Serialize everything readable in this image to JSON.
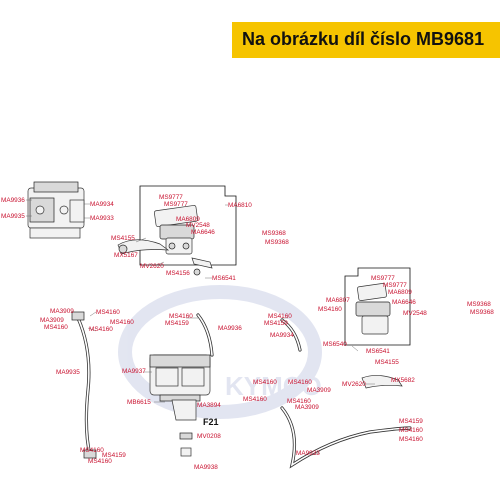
{
  "banner": {
    "text": "Na obrázku díl číslo MB9681",
    "color": "#f6c400"
  },
  "watermark": {
    "text": "KYMCO"
  },
  "colors": {
    "label": "#c8102e",
    "outline": "#333333"
  },
  "ref_label": "F21",
  "labels": [
    "MA9936",
    "MA9934",
    "MA9935",
    "MA9933",
    "MS9777",
    "MS9777",
    "MA6810",
    "MA6809",
    "MV2548",
    "MA6646",
    "MS4155",
    "MX5167",
    "MV2620",
    "MS4156",
    "MS6541",
    "MS9368",
    "MS9368",
    "MS9777",
    "MS9777",
    "MA6807",
    "MA6809",
    "MA6646",
    "MV2548",
    "MS9368",
    "MS9368",
    "MA3909",
    "MS4160",
    "MA3909",
    "MS4160",
    "MS4160",
    "MS4160",
    "MA9935",
    "MS4160",
    "MS4159",
    "MA9936",
    "MS4160",
    "MS4159",
    "MS4160",
    "MA9934",
    "MA9937",
    "MS6540",
    "MS6541",
    "MS4155",
    "MB6615",
    "MA3894",
    "MS4160",
    "MS4160",
    "MA3909",
    "MV2620",
    "MX5682",
    "MS4160",
    "MS4160",
    "MA3909",
    "MV0208",
    "MA9938",
    "MA9933",
    "MS4159",
    "MS4160",
    "MS4160",
    "MS4160",
    "MS4159",
    "MS4160"
  ]
}
